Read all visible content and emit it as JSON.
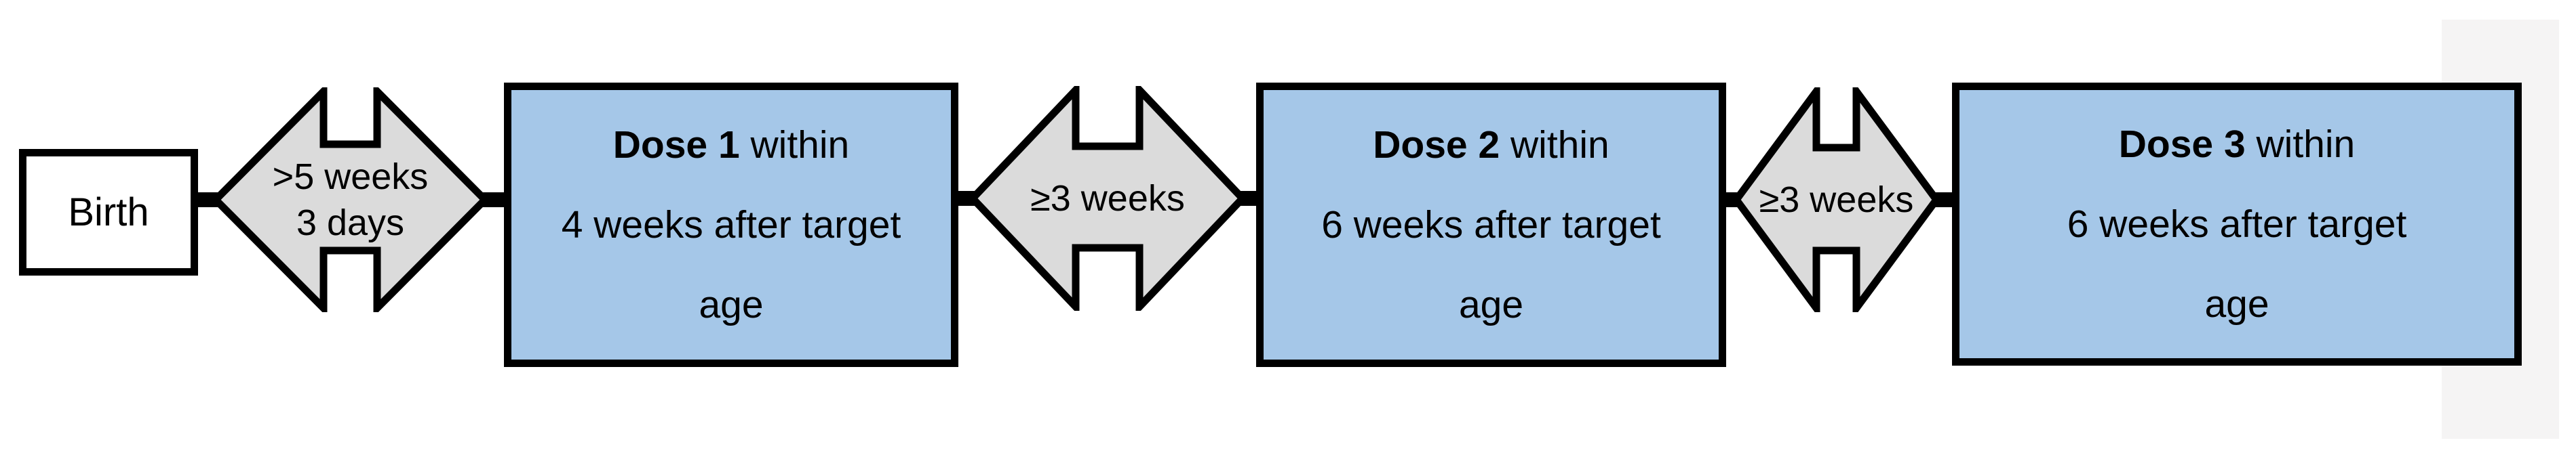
{
  "diagram": {
    "birth": {
      "label": "Birth"
    },
    "boxes": [
      {
        "title_bold": "Dose 1",
        "title_rest": " within",
        "line2": "4 weeks after target",
        "line3": "age"
      },
      {
        "title_bold": "Dose 2",
        "title_rest": " within",
        "line2": "6 weeks after target",
        "line3": "age"
      },
      {
        "title_bold": "Dose 3",
        "title_rest": " within",
        "line2": "6 weeks after target",
        "line3": "age"
      }
    ],
    "intervals": [
      {
        "line1": ">5 weeks",
        "line2": "3 days"
      },
      {
        "line1": "≥3 weeks",
        "line2": ""
      },
      {
        "line1": "≥3 weeks",
        "line2": ""
      }
    ],
    "colors": {
      "box_fill": "#a5c7e8",
      "arrow_fill": "#dbdbdb",
      "outline": "#000000",
      "panel": "#f5f4f4"
    }
  }
}
